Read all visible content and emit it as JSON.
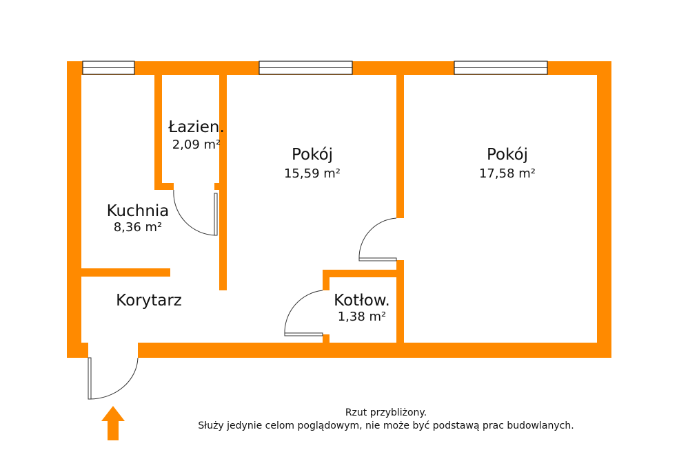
{
  "rooms": [
    {
      "name": "Łazien.",
      "area": "2,09 m²"
    },
    {
      "name": "Kuchnia",
      "area": "8,36 m²"
    },
    {
      "name": "Pokój",
      "area": "15,59 m²"
    },
    {
      "name": "Pokój",
      "area": "17,58 m²"
    },
    {
      "name": "Korytarz"
    },
    {
      "name": "Kotłow.",
      "area": "1,38 m²"
    }
  ],
  "note": {
    "line1": "Rzut przybliżony.",
    "line2": "Służy jedynie celom poglądowym, nie może być podstawą prac budowlanych."
  },
  "colors": {
    "wall": "#FF8A00"
  },
  "icons": {
    "entrance": "entrance-arrow-icon"
  }
}
